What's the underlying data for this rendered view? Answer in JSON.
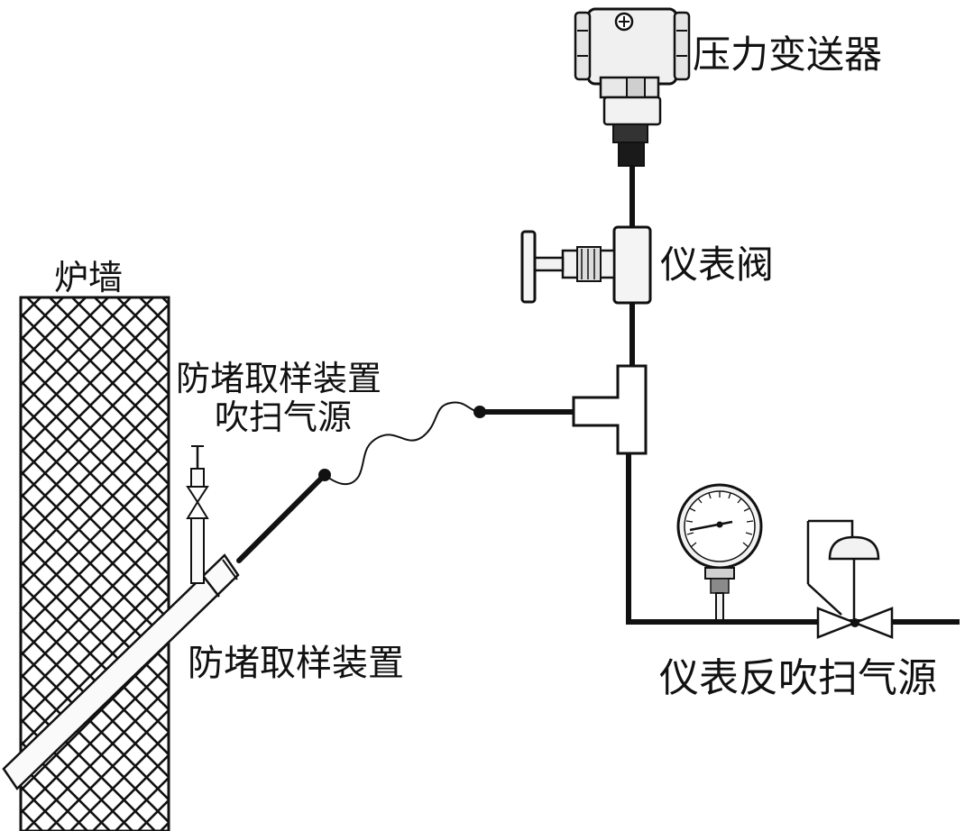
{
  "labels": {
    "furnace_wall": "炉墙",
    "purge_source_line1": "防堵取样装置",
    "purge_source_line2": "吹扫气源",
    "sampling_device": "防堵取样装置",
    "pressure_transmitter": "压力变送器",
    "instrument_valve": "仪表阀",
    "backflush_source": "仪表反吹扫气源"
  },
  "colors": {
    "line": "#111111",
    "fill_light": "#f2f2f2",
    "background": "#ffffff"
  }
}
